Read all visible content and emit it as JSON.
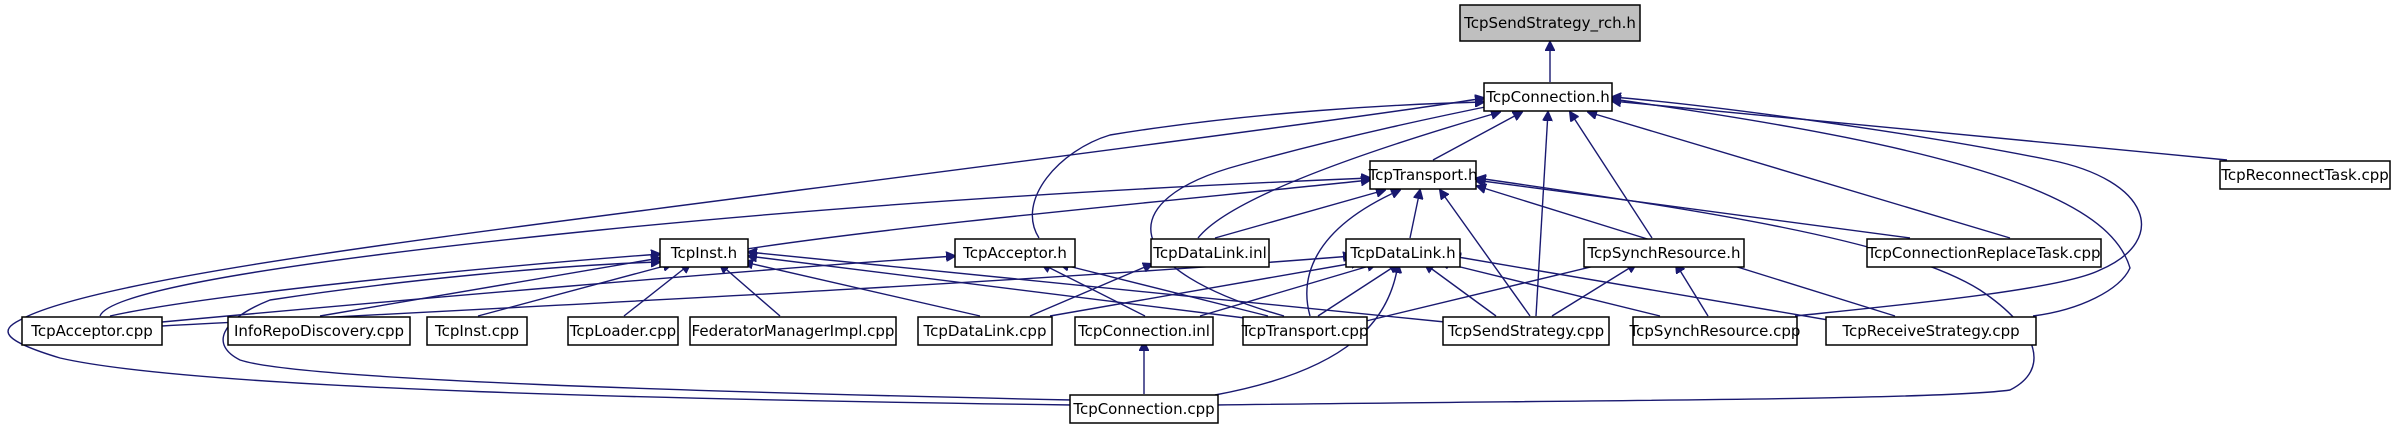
{
  "colors": {
    "edge": "#191970",
    "node_border": "#000000",
    "root_fill": "#bfbfbf",
    "node_fill": "#ffffff"
  },
  "nodes": {
    "send_strategy_rch_h": "TcpSendStrategy_rch.h",
    "connection_h": "TcpConnection.h",
    "transport_h": "TcpTransport.h",
    "reconnect_task_cpp": "TcpReconnectTask.cpp",
    "inst_h": "TcpInst.h",
    "acceptor_h": "TcpAcceptor.h",
    "datalink_inl": "TcpDataLink.inl",
    "datalink_h": "TcpDataLink.h",
    "synch_resource_h": "TcpSynchResource.h",
    "connection_replace_task_cpp": "TcpConnectionReplaceTask.cpp",
    "acceptor_cpp": "TcpAcceptor.cpp",
    "inforepo_discovery_cpp": "InfoRepoDiscovery.cpp",
    "inst_cpp": "TcpInst.cpp",
    "loader_cpp": "TcpLoader.cpp",
    "federator_manager_impl_cpp": "FederatorManagerImpl.cpp",
    "datalink_cpp": "TcpDataLink.cpp",
    "connection_inl": "TcpConnection.inl",
    "transport_cpp": "TcpTransport.cpp",
    "send_strategy_cpp": "TcpSendStrategy.cpp",
    "synch_resource_cpp": "TcpSynchResource.cpp",
    "receive_strategy_cpp": "TcpReceiveStrategy.cpp",
    "connection_cpp": "TcpConnection.cpp"
  }
}
